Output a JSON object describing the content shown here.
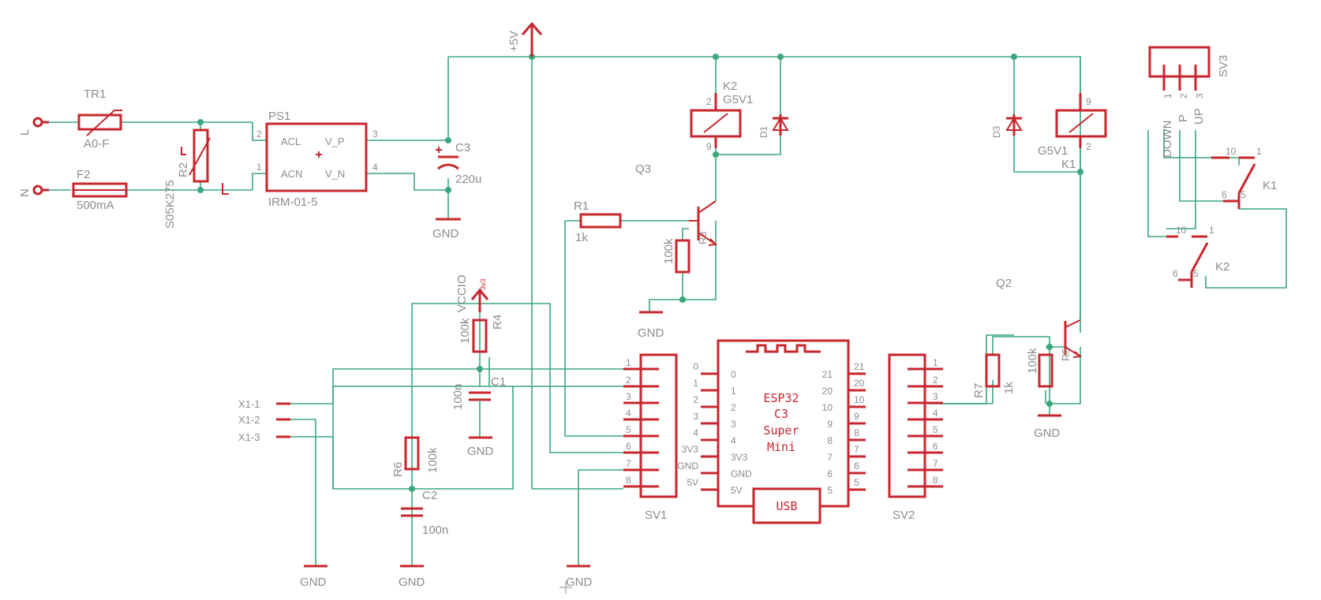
{
  "colors": {
    "symbol": "#c8262e",
    "wire": "#3aa77c",
    "text": "#8c8c8c",
    "background": "#ffffff"
  },
  "power": {
    "v5": "+5V",
    "vccio": "VCCIO",
    "gnd": "GND",
    "vcc_small": "3v3"
  },
  "mains": {
    "line": "L",
    "neutral": "N"
  },
  "tr1": {
    "name": "TR1",
    "value": "A0-F"
  },
  "f2": {
    "name": "F2",
    "value": "500mA"
  },
  "r2": {
    "name": "R2",
    "value": "S05K275"
  },
  "ps1": {
    "name": "PS1",
    "value": "IRM-01-5",
    "pin_acl": "ACL",
    "pin_acn": "ACN",
    "pin_vp": "V_P",
    "pin_vn": "V_N",
    "pins": [
      "2",
      "1",
      "3",
      "4"
    ]
  },
  "c3": {
    "name": "C3",
    "value": "220u"
  },
  "k2": {
    "name": "K2",
    "value": "G5V1",
    "pin_top": "2",
    "pin_bottom": "9"
  },
  "k1": {
    "name": "K1",
    "value": "G5V1",
    "pin_top": "9",
    "pin_bottom": "2"
  },
  "d1": {
    "name": "D1"
  },
  "d3": {
    "name": "D3"
  },
  "q3": {
    "name": "Q3"
  },
  "q2": {
    "name": "Q2"
  },
  "r1": {
    "name": "R1",
    "value": "1k"
  },
  "r3": {
    "name": "R3",
    "value": "100k"
  },
  "r4": {
    "name": "R4",
    "value": "100k"
  },
  "r5": {
    "name": "R5",
    "value": "100k"
  },
  "r6": {
    "name": "R6",
    "value": "100k"
  },
  "r7": {
    "name": "R7",
    "value": "1k"
  },
  "c1": {
    "name": "C1",
    "value": "100n"
  },
  "c2": {
    "name": "C2",
    "value": "100n"
  },
  "x1": {
    "pins": [
      "X1-1",
      "X1-2",
      "X1-3"
    ]
  },
  "sv1": {
    "name": "SV1",
    "pins": [
      "1",
      "2",
      "3",
      "4",
      "5",
      "6",
      "7",
      "8"
    ]
  },
  "sv2": {
    "name": "SV2",
    "pins": [
      "1",
      "2",
      "3",
      "4",
      "5",
      "6",
      "7",
      "8"
    ]
  },
  "sv3": {
    "name": "SV3",
    "pin_numbers": [
      "1",
      "2",
      "3"
    ],
    "pin_labels": [
      "DOWN",
      "P",
      "UP"
    ]
  },
  "esp": {
    "title_lines": [
      "ESP32",
      "C3",
      "Super",
      "Mini"
    ],
    "usb": "USB",
    "left_outer": [
      "0",
      "1",
      "2",
      "3",
      "4",
      "3V3",
      "GND",
      "5V"
    ],
    "left_inner": [
      "0",
      "1",
      "2",
      "3",
      "4",
      "3V3",
      "GND",
      "5V"
    ],
    "right_inner": [
      "21",
      "20",
      "10",
      "9",
      "8",
      "7",
      "6",
      "5"
    ],
    "right_outer": [
      "21",
      "20",
      "10",
      "9",
      "8",
      "7",
      "6",
      "5"
    ]
  },
  "contacts": {
    "k1": {
      "name": "K1",
      "pins": [
        "10",
        "1",
        "6",
        "5"
      ]
    },
    "k2": {
      "name": "K2",
      "pins": [
        "10",
        "1",
        "6",
        "5"
      ]
    }
  }
}
